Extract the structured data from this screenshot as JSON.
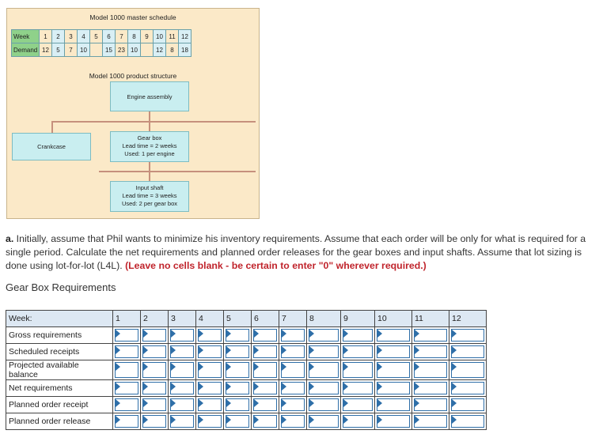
{
  "figure": {
    "schedule_title": "Model 1000 master schedule",
    "week_label": "Week",
    "demand_label": "Demand",
    "weeks": [
      "1",
      "2",
      "3",
      "4",
      "5",
      "6",
      "7",
      "8",
      "9",
      "10",
      "11",
      "12"
    ],
    "demand": [
      "12",
      "5",
      "7",
      "10",
      "",
      "15",
      "23",
      "10",
      "",
      "12",
      "8",
      "18"
    ],
    "structure_title": "Model 1000 product structure",
    "engine": "Engine assembly",
    "crankcase": "Crankcase",
    "gear_box": {
      "name": "Gear box",
      "lead_time": "Lead time = 2 weeks",
      "used": "Used: 1 per engine"
    },
    "input_shaft": {
      "name": "Input shaft",
      "lead_time": "Lead time = 3 weeks",
      "used": "Used: 2 per gear box"
    }
  },
  "question": {
    "part": "a.",
    "text": " Initially, assume that Phil wants to minimize his inventory requirements. Assume that each order will be only for what is required for a single period. Calculate the net requirements and planned order releases for the gear boxes and input shafts. Assume that lot sizing is done using lot-for-lot (L4L). ",
    "note": "(Leave no cells blank - be certain to enter \"0\" wherever required.)"
  },
  "section_title": "Gear Box Requirements",
  "table": {
    "week_header": "Week:",
    "weeks": [
      "1",
      "2",
      "3",
      "4",
      "5",
      "6",
      "7",
      "8",
      "9",
      "10",
      "11",
      "12"
    ],
    "rows": [
      "Gross requirements",
      "Scheduled receipts",
      "Projected available balance",
      "Net requirements",
      "Planned order receipt",
      "Planned order release"
    ]
  },
  "colors": {
    "figure_bg": "#fbe9c8",
    "header_green": "#8fd18a",
    "box_blue": "#c9eef0",
    "note_red": "#c0242c",
    "input_border": "#2f6fa8"
  }
}
